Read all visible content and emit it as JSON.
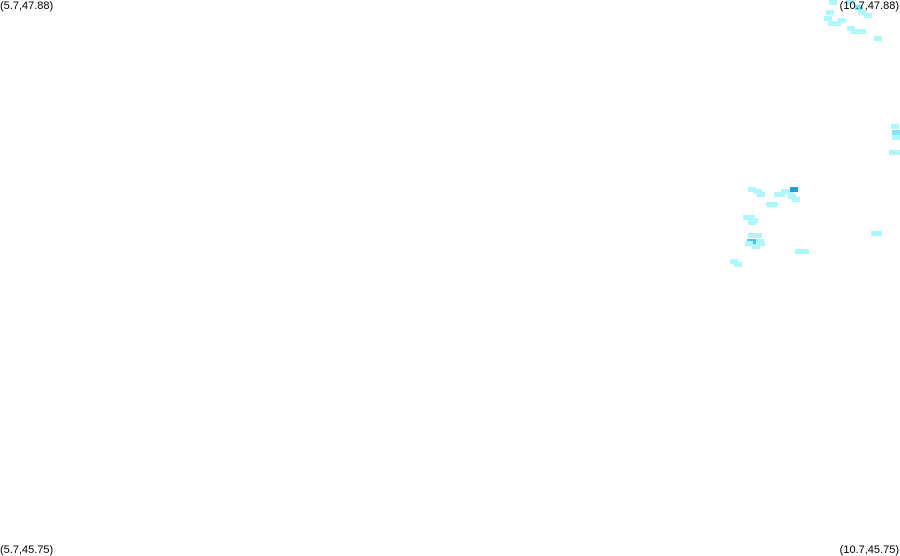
{
  "map": {
    "corners": {
      "top_left": "(5.7,47.88)",
      "top_right": "(10.7,47.88)",
      "bottom_left": "(5.7,45.75)",
      "bottom_right": "(10.7,45.75)"
    },
    "bounds": {
      "lon_min": 5.7,
      "lon_max": 10.7,
      "lat_min": 45.75,
      "lat_max": 47.88
    },
    "colors": {
      "background": "#ffffff",
      "light": "#aef7ff",
      "medium": "#7ee6f6",
      "strong": "#4cc3e8",
      "core": "#1f9fd6"
    },
    "precip_cells": [
      {
        "lon": 10.33,
        "lat": 47.87,
        "intensity": "light"
      },
      {
        "lon": 10.42,
        "lat": 47.87,
        "intensity": "light"
      },
      {
        "lon": 10.47,
        "lat": 47.85,
        "intensity": "medium"
      },
      {
        "lon": 10.31,
        "lat": 47.83,
        "intensity": "light"
      },
      {
        "lon": 10.49,
        "lat": 47.83,
        "intensity": "light"
      },
      {
        "lon": 10.52,
        "lat": 47.82,
        "intensity": "light"
      },
      {
        "lon": 10.3,
        "lat": 47.81,
        "intensity": "light"
      },
      {
        "lon": 10.32,
        "lat": 47.79,
        "intensity": "light"
      },
      {
        "lon": 10.35,
        "lat": 47.79,
        "intensity": "light"
      },
      {
        "lon": 10.38,
        "lat": 47.8,
        "intensity": "light"
      },
      {
        "lon": 10.43,
        "lat": 47.77,
        "intensity": "light"
      },
      {
        "lon": 10.45,
        "lat": 47.76,
        "intensity": "light"
      },
      {
        "lon": 10.49,
        "lat": 47.76,
        "intensity": "light"
      },
      {
        "lon": 10.58,
        "lat": 47.73,
        "intensity": "light"
      },
      {
        "lon": 10.67,
        "lat": 47.39,
        "intensity": "light"
      },
      {
        "lon": 10.68,
        "lat": 47.37,
        "intensity": "medium"
      },
      {
        "lon": 10.69,
        "lat": 47.35,
        "intensity": "light"
      },
      {
        "lon": 10.66,
        "lat": 47.29,
        "intensity": "light"
      },
      {
        "lon": 10.69,
        "lat": 47.29,
        "intensity": "light"
      },
      {
        "lon": 9.88,
        "lat": 47.15,
        "intensity": "light"
      },
      {
        "lon": 9.91,
        "lat": 47.14,
        "intensity": "light"
      },
      {
        "lon": 9.93,
        "lat": 47.13,
        "intensity": "light"
      },
      {
        "lon": 10.02,
        "lat": 47.13,
        "intensity": "light"
      },
      {
        "lon": 10.04,
        "lat": 47.13,
        "intensity": "light"
      },
      {
        "lon": 10.06,
        "lat": 47.14,
        "intensity": "light"
      },
      {
        "lon": 10.09,
        "lat": 47.14,
        "intensity": "light"
      },
      {
        "lon": 10.11,
        "lat": 47.15,
        "intensity": "core"
      },
      {
        "lon": 10.1,
        "lat": 47.12,
        "intensity": "light"
      },
      {
        "lon": 10.12,
        "lat": 47.11,
        "intensity": "light"
      },
      {
        "lon": 9.98,
        "lat": 47.09,
        "intensity": "light"
      },
      {
        "lon": 10.0,
        "lat": 47.09,
        "intensity": "light"
      },
      {
        "lon": 9.85,
        "lat": 47.04,
        "intensity": "light"
      },
      {
        "lon": 9.87,
        "lat": 47.04,
        "intensity": "light"
      },
      {
        "lon": 9.89,
        "lat": 47.03,
        "intensity": "light"
      },
      {
        "lon": 9.88,
        "lat": 47.02,
        "intensity": "light"
      },
      {
        "lon": 10.56,
        "lat": 46.98,
        "intensity": "light"
      },
      {
        "lon": 10.58,
        "lat": 46.98,
        "intensity": "light"
      },
      {
        "lon": 9.88,
        "lat": 46.97,
        "intensity": "light"
      },
      {
        "lon": 9.91,
        "lat": 46.97,
        "intensity": "light"
      },
      {
        "lon": 9.87,
        "lat": 46.95,
        "intensity": "strong"
      },
      {
        "lon": 9.89,
        "lat": 46.95,
        "intensity": "strong"
      },
      {
        "lon": 9.92,
        "lat": 46.95,
        "intensity": "light"
      },
      {
        "lon": 9.86,
        "lat": 46.94,
        "intensity": "light"
      },
      {
        "lon": 9.9,
        "lat": 46.93,
        "intensity": "light"
      },
      {
        "lon": 9.93,
        "lat": 46.94,
        "intensity": "light"
      },
      {
        "lon": 10.14,
        "lat": 46.91,
        "intensity": "light"
      },
      {
        "lon": 10.17,
        "lat": 46.91,
        "intensity": "light"
      },
      {
        "lon": 9.78,
        "lat": 46.87,
        "intensity": "light"
      },
      {
        "lon": 9.8,
        "lat": 46.86,
        "intensity": "light"
      }
    ]
  }
}
